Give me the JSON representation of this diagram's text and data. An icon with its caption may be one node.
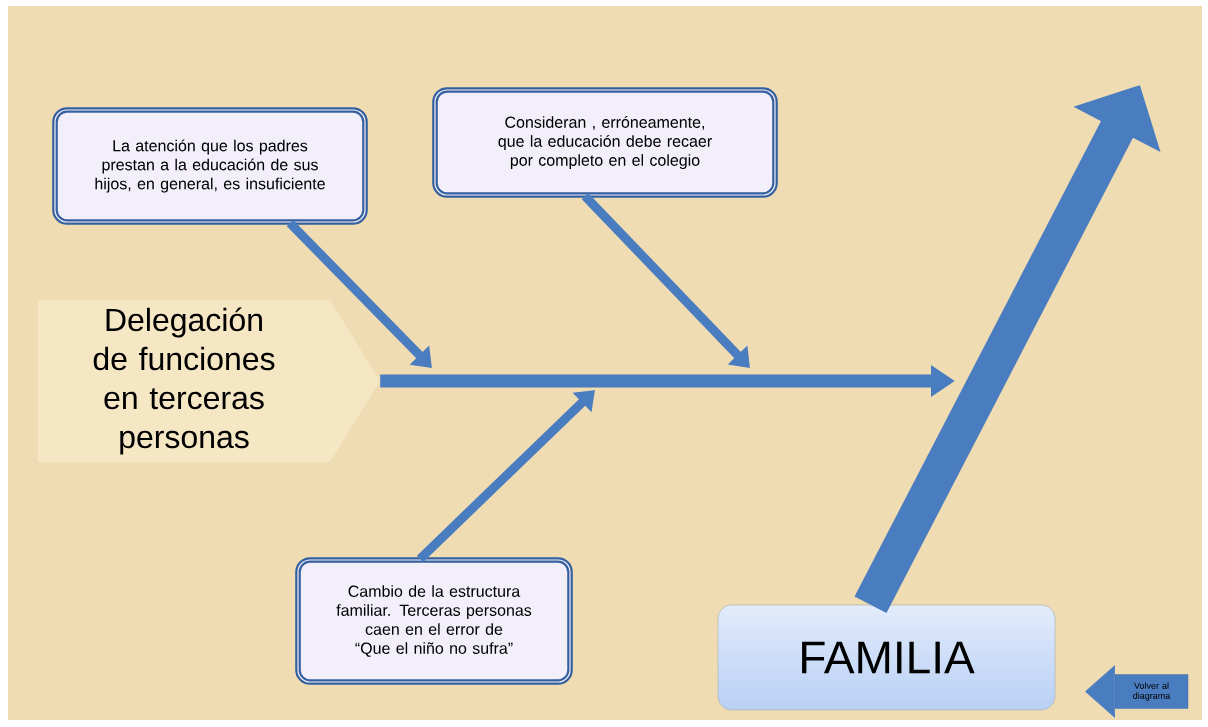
{
  "diagram": {
    "nodes": [
      {
        "text": [
          "Delegación de funciones en terceras personas"
        ]
      },
      {
        "text": [
          "La atención que los padres prestan a la educación de sus hijos, en general,  es insuficiente"
        ]
      },
      {
        "text": [
          "Consideran , erróneamente, que la educación debe recaer por completo en el colegio"
        ]
      },
      {
        "text": [
          "Cambio de la estructura familiar. Terceras personas caen en el error de “Que el niño no sufra”"
        ]
      },
      {
        "text": [
          "FAMILIA"
        ]
      },
      {
        "text": [
          "Volver al diagrama"
        ]
      }
    ],
    "edges": [
      {
        "from": 1,
        "to": null,
        "arrow": "to"
      },
      {
        "from": 2,
        "to": null,
        "arrow": "to"
      },
      {
        "from": 3,
        "to": null,
        "arrow": "to"
      },
      {
        "from": 0,
        "to": null,
        "arrow": "to"
      },
      {
        "from": 4,
        "to": null,
        "arrow": "to",
        "style": "thick"
      }
    ]
  }
}
